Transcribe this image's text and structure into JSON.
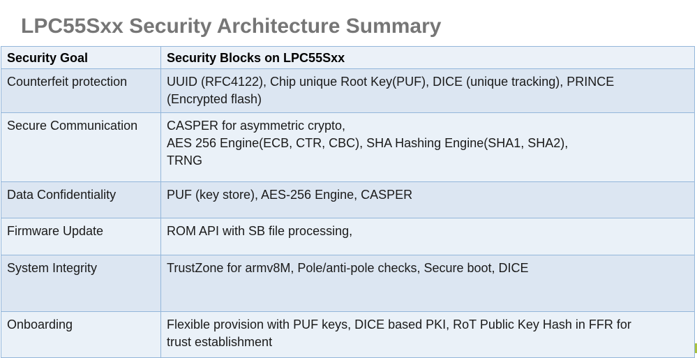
{
  "title": "LPC55Sxx Security Architecture Summary",
  "table": {
    "columns": [
      "Security Goal",
      "Security Blocks on LPC55Sxx"
    ],
    "rows": [
      {
        "goal": "Counterfeit protection",
        "blocks": "UUID (RFC4122), Chip unique Root Key(PUF), DICE (unique tracking), PRINCE\n(Encrypted flash)"
      },
      {
        "goal": "Secure Communication",
        "blocks": "CASPER for asymmetric crypto,\nAES 256 Engine(ECB, CTR, CBC), SHA Hashing Engine(SHA1, SHA2),\nTRNG"
      },
      {
        "goal": "Data Confidentiality",
        "blocks": "PUF (key store), AES-256 Engine, CASPER"
      },
      {
        "goal": "Firmware Update",
        "blocks": "ROM API with SB file processing,"
      },
      {
        "goal": "System Integrity",
        "blocks": "TrustZone for armv8M, Pole/anti-pole checks, Secure boot, DICE"
      },
      {
        "goal": "Onboarding",
        "blocks": "Flexible provision with PUF keys, DICE based PKI, RoT Public Key Hash in FFR for\ntrust establishment"
      }
    ]
  },
  "colors": {
    "title_gray": "#767676",
    "table_border_blue": "#93b6da",
    "band_dark": "#dce6f2",
    "band_light": "#eaf1f8",
    "header_bg": "#ebf1f8",
    "edge_accent_green": "#a9c23f"
  }
}
